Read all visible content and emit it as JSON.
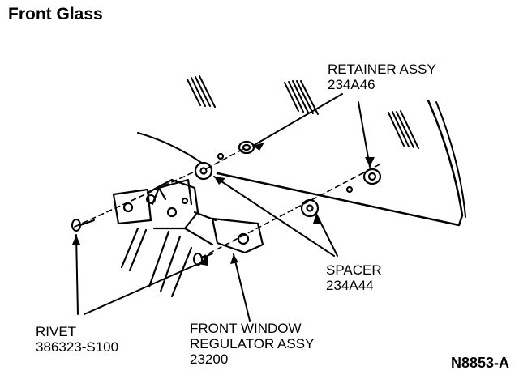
{
  "title": "Front Glass",
  "figure_id": "N8853-A",
  "labels": {
    "retainer": {
      "name": "RETAINER ASSY",
      "part": "234A46"
    },
    "spacer": {
      "name": "SPACER",
      "part": "234A44"
    },
    "rivet": {
      "name": "RIVET",
      "part": "386323-S100"
    },
    "regulator": {
      "line1": "FRONT WINDOW",
      "line2": "REGULATOR ASSY",
      "part": "23200"
    }
  }
}
